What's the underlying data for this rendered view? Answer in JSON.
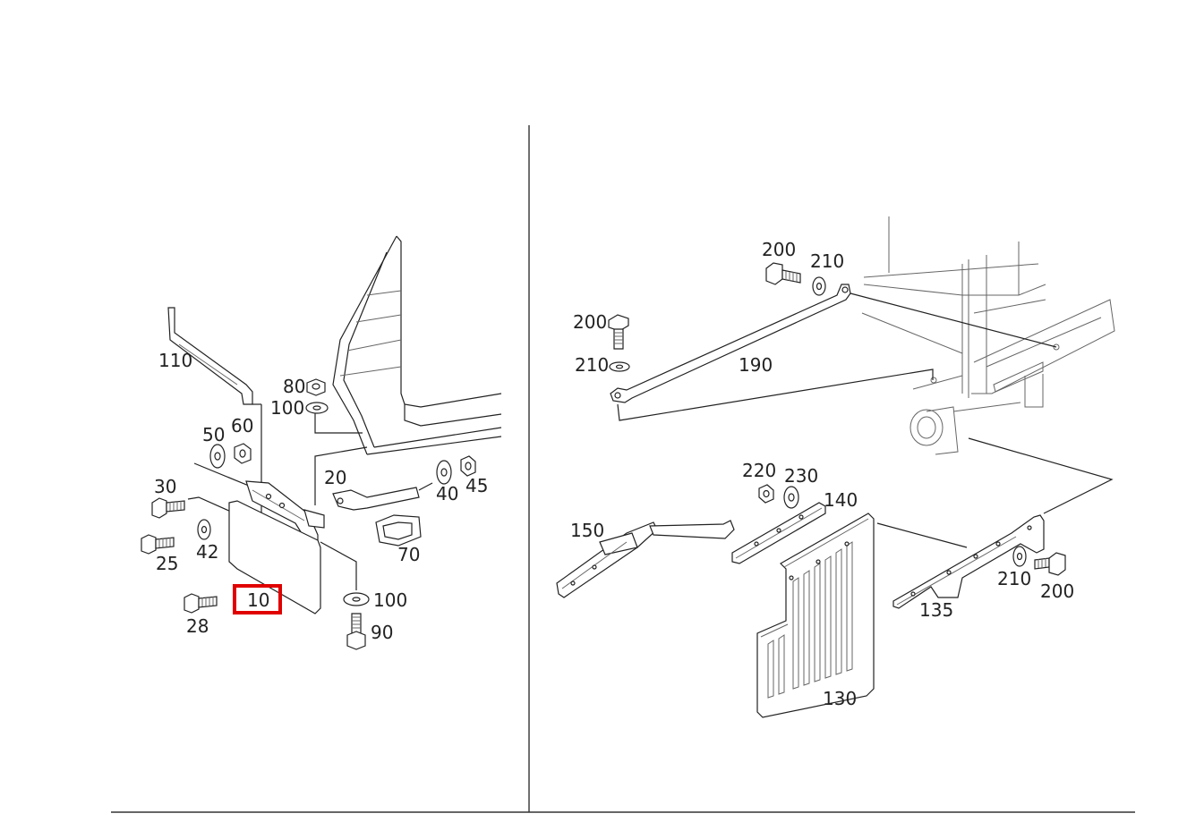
{
  "diagram": {
    "highlighted_callout": "10",
    "highlight_color": "#e00000",
    "line_color": "#222222",
    "left_panel": {
      "callouts": {
        "c110": "110",
        "c80": "80",
        "c100a": "100",
        "c50": "50",
        "c60": "60",
        "c20": "20",
        "c40": "40",
        "c45": "45",
        "c30": "30",
        "c42": "42",
        "c70": "70",
        "c25": "25",
        "c28": "28",
        "c10": "10",
        "c100b": "100",
        "c90": "90"
      }
    },
    "right_panel": {
      "callouts": {
        "c200a": "200",
        "c210a": "210",
        "c200b": "200",
        "c210b": "210",
        "c190": "190",
        "c220": "220",
        "c230": "230",
        "c140": "140",
        "c150": "150",
        "c130": "130",
        "c135": "135",
        "c210c": "210",
        "c200c": "200"
      }
    }
  }
}
